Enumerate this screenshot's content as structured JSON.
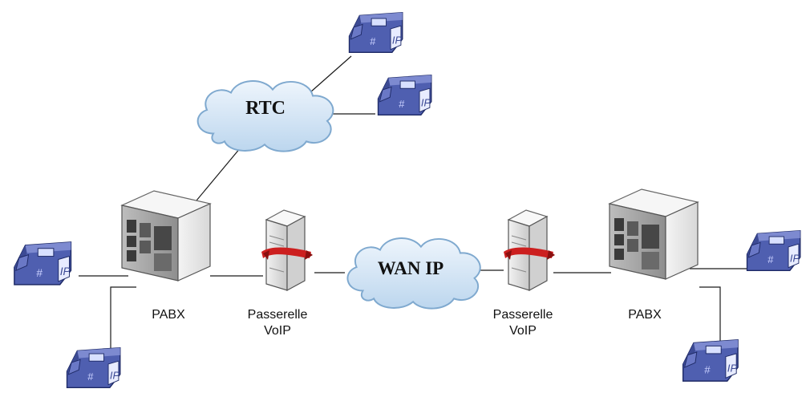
{
  "diagram": {
    "clouds": {
      "rtc": "RTC",
      "wan": "WAN IP"
    },
    "labels": {
      "pabx_left": "PABX",
      "pabx_right": "PABX",
      "gateway_left_line1": "Passerelle",
      "gateway_left_line2": "VoIP",
      "gateway_right_line1": "Passerelle",
      "gateway_right_line2": "VoIP"
    },
    "phone_badge": "IP",
    "phone_keypad_symbol": "#",
    "colors": {
      "cloud_fill": "#d6e8f6",
      "cloud_stroke": "#7fa9cf",
      "phone_blue": "#4f5fb0",
      "server_gray": "#e6e6e6",
      "gateway_ribbon": "#cc1f1f",
      "link_line": "#1a1a1a"
    }
  }
}
